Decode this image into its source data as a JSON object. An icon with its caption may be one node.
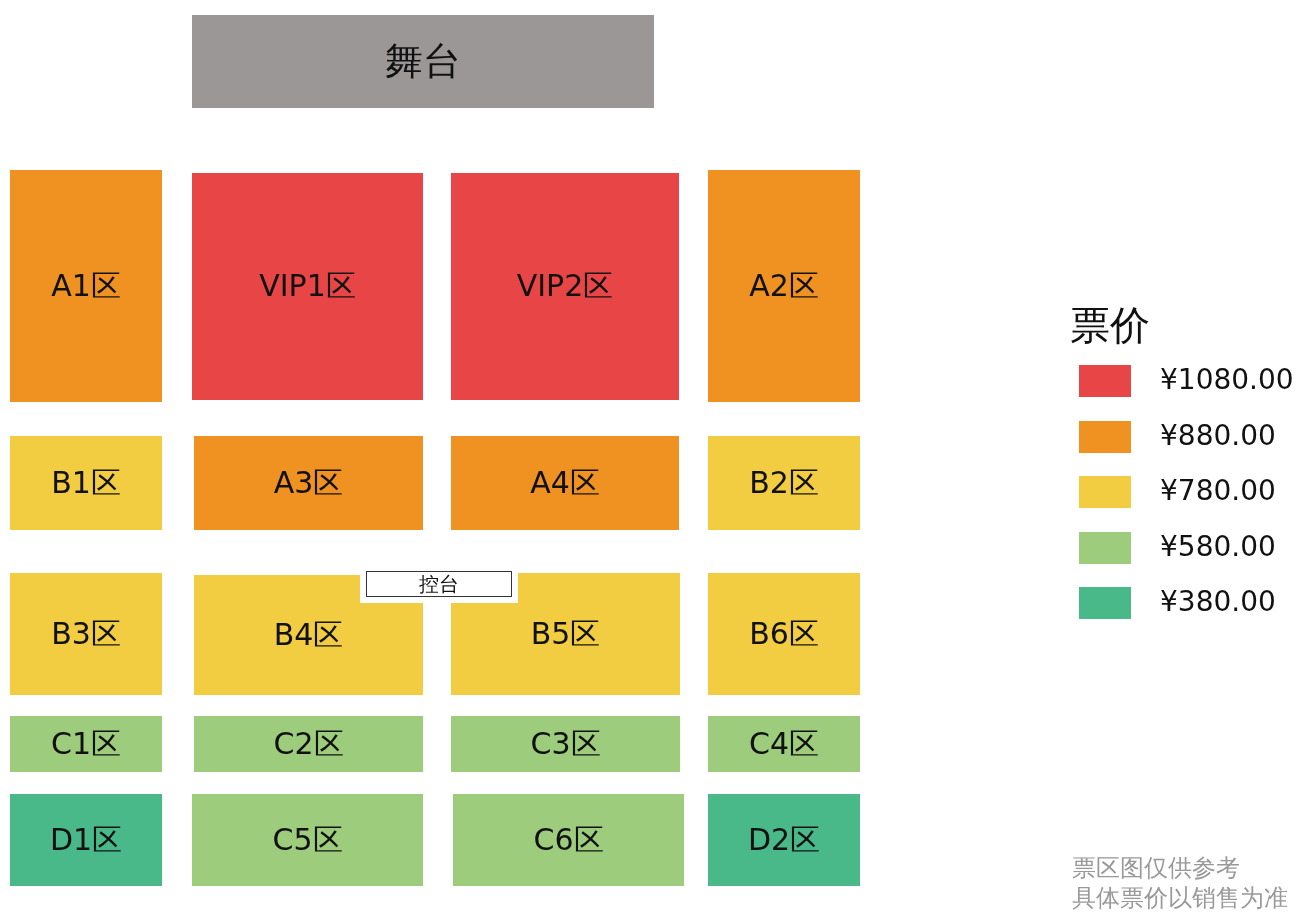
{
  "diagram": {
    "nodes": [
      {
        "text": [
          "舞台"
        ]
      },
      {
        "text": [
          "A1区"
        ]
      },
      {
        "text": [
          "VIP1区"
        ]
      },
      {
        "text": [
          "VIP2区"
        ]
      },
      {
        "text": [
          "A2区"
        ]
      },
      {
        "text": [
          "B1区"
        ]
      },
      {
        "text": [
          "A3区"
        ]
      },
      {
        "text": [
          "A4区"
        ]
      },
      {
        "text": [
          "B2区"
        ]
      },
      {
        "text": [
          "控台"
        ]
      },
      {
        "text": [
          "B3区"
        ]
      },
      {
        "text": [
          "B4区"
        ]
      },
      {
        "text": [
          "B5区"
        ]
      },
      {
        "text": [
          "B6区"
        ]
      },
      {
        "text": [
          "C1区"
        ]
      },
      {
        "text": [
          "C2区"
        ]
      },
      {
        "text": [
          "C3区"
        ]
      },
      {
        "text": [
          "C4区"
        ]
      },
      {
        "text": [
          "D1区"
        ]
      },
      {
        "text": [
          "C5区"
        ]
      },
      {
        "text": [
          "C6区"
        ]
      },
      {
        "text": [
          "D2区"
        ]
      }
    ],
    "edges": [],
    "labels": [
      "票价",
      "票区图仅供参考",
      "具体票价以销售为准"
    ],
    "legend": [
      {
        "text": "¥1080.00",
        "color": "#e84646"
      },
      {
        "text": "¥880.00",
        "color": "#f09222"
      },
      {
        "text": "¥780.00",
        "color": "#f2cd42"
      },
      {
        "text": "¥580.00",
        "color": "#9ccc7c"
      },
      {
        "text": "¥380.00",
        "color": "#4ab98a"
      }
    ]
  }
}
